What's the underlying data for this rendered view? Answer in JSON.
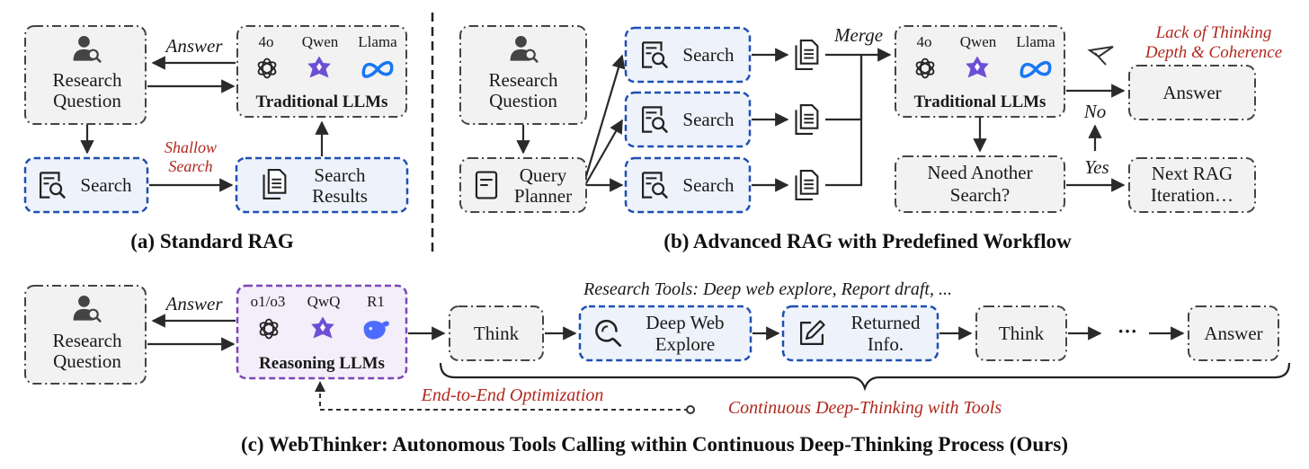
{
  "panel_a": {
    "research_question": [
      "Research",
      "Question"
    ],
    "models": [
      "4o",
      "Qwen",
      "Llama"
    ],
    "llm_label": "Traditional LLMs",
    "answer": "Answer",
    "search": "Search",
    "search_results": [
      "Search",
      "Results"
    ],
    "shallow_search": [
      "Shallow",
      "Search"
    ],
    "caption": "(a) Standard RAG"
  },
  "panel_b": {
    "research_question": [
      "Research",
      "Question"
    ],
    "query_planner": [
      "Query",
      "Planner"
    ],
    "search": "Search",
    "merge": "Merge",
    "models": [
      "4o",
      "Qwen",
      "Llama"
    ],
    "llm_label": "Traditional LLMs",
    "lack": [
      "Lack of Thinking",
      "Depth & Coherence"
    ],
    "answer": "Answer",
    "no": "No",
    "yes": "Yes",
    "need_another": [
      "Need Another",
      "Search?"
    ],
    "next_rag": [
      "Next RAG",
      "Iteration…"
    ],
    "caption": "(b) Advanced RAG with Predefined Workflow"
  },
  "panel_c": {
    "research_question": [
      "Research",
      "Question"
    ],
    "answer_label": "Answer",
    "models": [
      "o1/o3",
      "QwQ",
      "R1"
    ],
    "llm_label": "Reasoning LLMs",
    "tools_label": "Research Tools: Deep web explore, Report draft, ...",
    "think": "Think",
    "deep_web": [
      "Deep Web",
      "Explore"
    ],
    "returned": [
      "Returned",
      "Info."
    ],
    "ellipsis": "···",
    "answer": "Answer",
    "e2e": "End-to-End Optimization",
    "continuous": "Continuous Deep-Thinking with Tools",
    "caption": "(c) WebThinker: Autonomous Tools Calling within Continuous Deep-Thinking Process (Ours)"
  },
  "colors": {
    "blue_border": "#1f4fb4",
    "purple_border": "#7b46b8",
    "accent_red": "#b0281e",
    "meta_blue": "#1877f2",
    "qwen_purple": "#6c4fd6",
    "deepseek_blue": "#4d6bfe"
  },
  "icons": [
    "person-search-icon",
    "openai-icon",
    "qwen-icon",
    "meta-icon",
    "deepseek-icon",
    "search-doc-icon",
    "document-icon",
    "query-doc-icon",
    "magnifier-icon",
    "edit-icon"
  ]
}
